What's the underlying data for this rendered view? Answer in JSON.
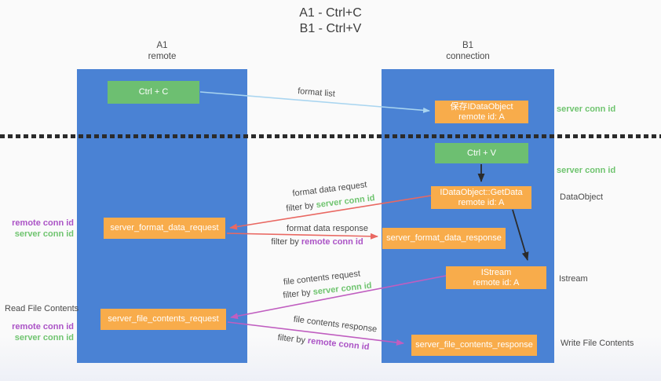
{
  "title": {
    "line1": "A1 - Ctrl+C",
    "line2": "B1 - Ctrl+V"
  },
  "columns": {
    "left": {
      "name": "A1",
      "subtitle": "remote"
    },
    "right": {
      "name": "B1",
      "subtitle": "connection"
    }
  },
  "nodes": {
    "ctrl_c": {
      "label": "Ctrl + C"
    },
    "ctrl_v": {
      "label": "Ctrl + V"
    },
    "save_dataobject": {
      "line1": "保存IDataObject",
      "line2": "remote id: A"
    },
    "getdata": {
      "line1": "IDataObject::GetData",
      "line2": "remote id: A"
    },
    "istream": {
      "line1": "IStream",
      "line2": "remote id: A"
    },
    "format_request": {
      "label": "server_format_data_request"
    },
    "format_response": {
      "label": "server_format_data_response"
    },
    "file_request": {
      "label": "server_file_contents_request"
    },
    "file_response": {
      "label": "server_file_contents_response"
    }
  },
  "flow_labels": {
    "format_list": "format list",
    "format_data_request": "format data request",
    "format_data_response": "format data response",
    "file_contents_request": "file contents request",
    "file_contents_response": "file contents response",
    "filter_by": "filter by ",
    "server_conn_id": "server conn id",
    "remote_conn_id": "remote conn id"
  },
  "side_labels": {
    "server_conn_id_top": "server conn id",
    "server_conn_id_mid": "server conn id",
    "dataobject": "DataObject",
    "istream": "Istream",
    "write_file_contents": "Write File Contents",
    "read_file_contents": "Read File Contents",
    "remote_conn_id": "remote conn id",
    "server_conn_id": "server conn id"
  },
  "colors": {
    "column_blue": "#4a82d4",
    "node_green": "#6dbf71",
    "node_orange": "#f8ac4b",
    "label_green": "#6fc46f",
    "label_purple": "#ab53c6",
    "arrow_red": "#e96862",
    "arrow_magenta": "#c05ec0",
    "arrow_light_blue": "#a9d5f0",
    "arrow_black": "#2b2b2b",
    "text_dark": "#4a4a4a"
  }
}
